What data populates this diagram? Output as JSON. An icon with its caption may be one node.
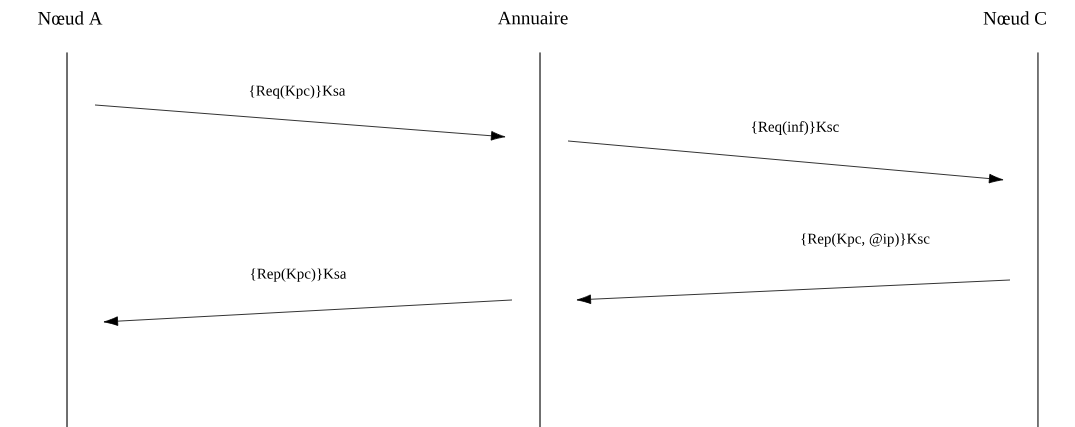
{
  "diagram": {
    "nodes": [
      {
        "text": [
          "Nœud  A"
        ]
      },
      {
        "text": [
          "Annuaire"
        ]
      },
      {
        "text": [
          "Nœud C"
        ]
      }
    ],
    "edges": [
      {
        "from": 0,
        "to": 1,
        "arrow": "to",
        "label": "{Req(Kpc)}Ksa"
      },
      {
        "from": 1,
        "to": 2,
        "arrow": "to",
        "label": "{Req(inf)}Ksc"
      },
      {
        "from": 2,
        "to": 1,
        "arrow": "to",
        "label": "{Rep(Kpc, @ip)}Ksc"
      },
      {
        "from": 1,
        "to": 0,
        "arrow": "to",
        "label": "{Rep(Kpc)}Ksa"
      }
    ]
  }
}
